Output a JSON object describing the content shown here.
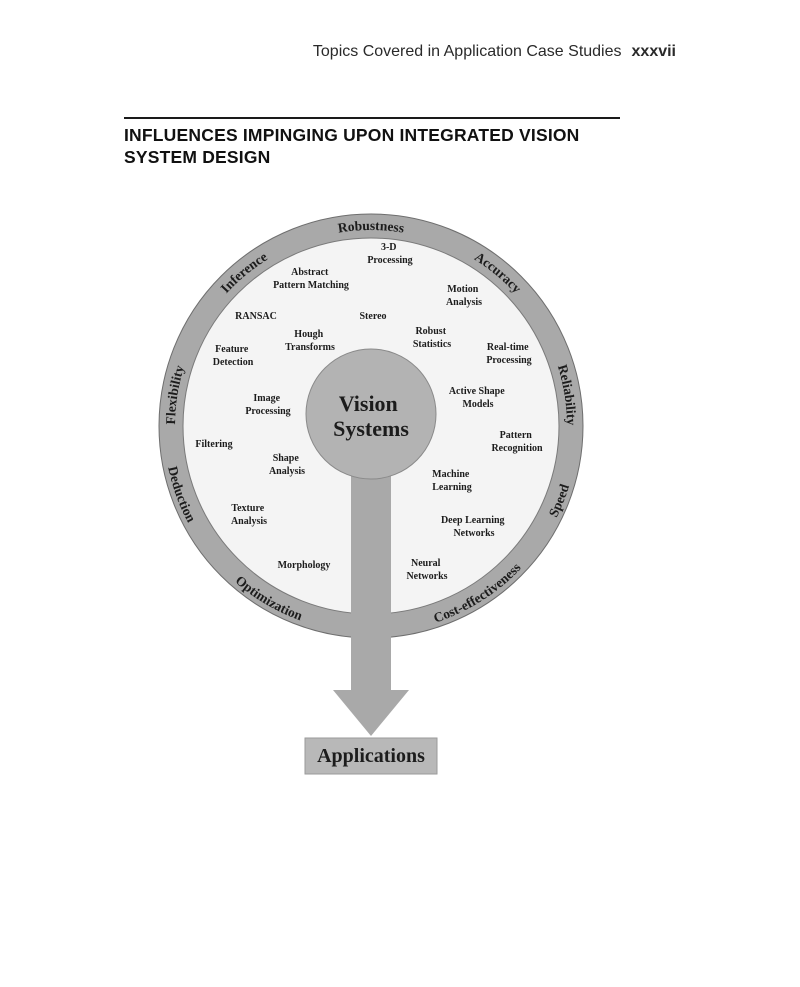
{
  "header": {
    "running_title": "Topics Covered in Application Case Studies",
    "page_number": "xxxvii"
  },
  "section_title": "INFLUENCES IMPINGING UPON INTEGRATED VISION SYSTEM DESIGN",
  "diagram": {
    "center": [
      "Vision",
      "Systems"
    ],
    "output": "Applications",
    "ring_labels": {
      "robustness": "Robustness",
      "inference": "Inference",
      "accuracy": "Accuracy",
      "flexibility": "Flexibility",
      "reliability": "Reliability",
      "deduction": "Deduction",
      "speed": "Speed",
      "optimization": "Optimization",
      "cost_effectiveness": "Cost-effectiveness"
    },
    "topics": {
      "3d_processing": [
        "3-D",
        "Processing"
      ],
      "abstract_pattern_matching": [
        "Abstract",
        "Pattern Matching"
      ],
      "motion_analysis": [
        "Motion",
        "Analysis"
      ],
      "ransac": [
        "RANSAC"
      ],
      "stereo": [
        "Stereo"
      ],
      "hough_transforms": [
        "Hough",
        "Transforms"
      ],
      "robust_statistics": [
        "Robust",
        "Statistics"
      ],
      "feature_detection": [
        "Feature",
        "Detection"
      ],
      "realtime_processing": [
        "Real-time",
        "Processing"
      ],
      "active_shape_models": [
        "Active  Shape",
        "Models"
      ],
      "image_processing": [
        "Image",
        "Processing"
      ],
      "filtering": [
        "Filtering"
      ],
      "pattern_recognition": [
        "Pattern",
        "Recognition"
      ],
      "shape_analysis": [
        "Shape",
        "Analysis"
      ],
      "machine_learning": [
        "Machine",
        "Learning"
      ],
      "texture_analysis": [
        "Texture",
        "Analysis"
      ],
      "deep_learning_networks": [
        "Deep Learning",
        "Networks"
      ],
      "morphology": [
        "Morphology"
      ],
      "neural_networks": [
        "Neural",
        "Networks"
      ]
    }
  }
}
